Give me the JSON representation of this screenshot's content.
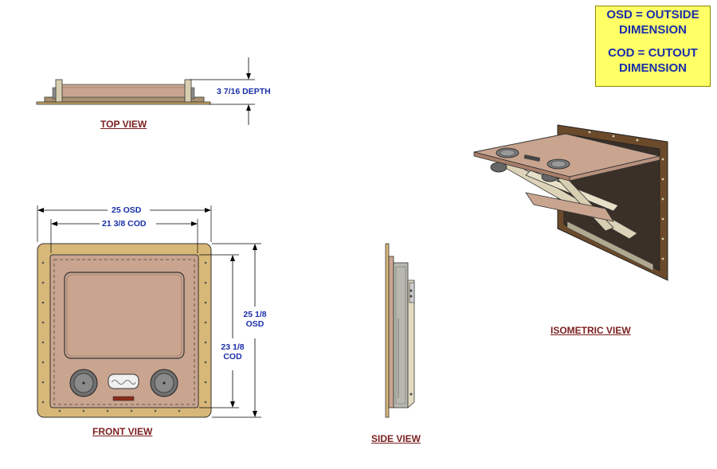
{
  "legend": {
    "line1a": "OSD = OUTSIDE",
    "line1b": "DIMENSION",
    "line2a": "COD = CUTOUT",
    "line2b": "DIMENSION"
  },
  "views": {
    "top": "TOP VIEW",
    "front": "FRONT VIEW",
    "side": "SIDE VIEW",
    "isometric": "ISOMETRIC VIEW"
  },
  "dimensions": {
    "depth": "3 7/16 DEPTH",
    "width_osd": "25 OSD",
    "width_cod": "21 3/8 COD",
    "height_osd_value": "25 1/8",
    "height_osd_unit": "OSD",
    "height_cod_value": "23 1/8",
    "height_cod_unit": "COD"
  },
  "colors": {
    "frame": "#d8b878",
    "panel": "#c9a48f",
    "label": "#7a1f1f",
    "dimension": "#1a2fa8",
    "legend_bg": "#ffff66"
  }
}
